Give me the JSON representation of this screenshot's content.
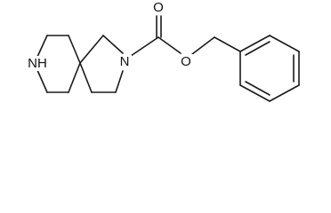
{
  "molecule": {
    "atoms": {
      "piperidine_nh": "NH",
      "pyrrolidine_n": "N",
      "carbonyl_o": "O",
      "ester_o": "O"
    },
    "colors": {
      "bond": "#1a1a1a",
      "label": "#111111",
      "background": "#ffffff"
    }
  }
}
